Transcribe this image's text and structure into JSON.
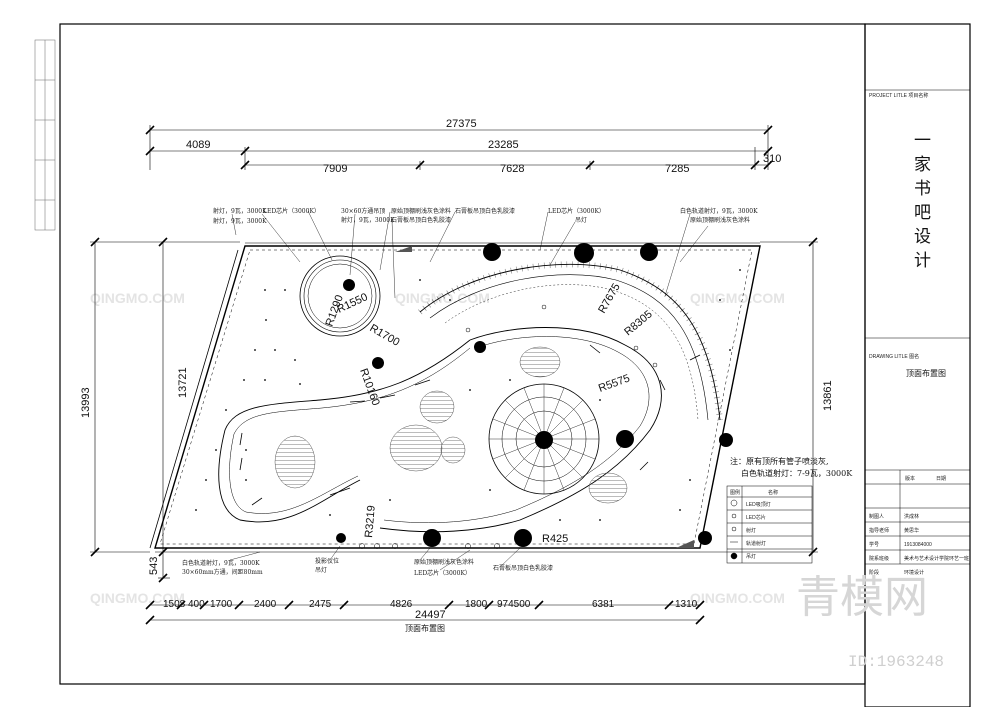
{
  "top_dims": {
    "overall": "27375",
    "left": "4089",
    "right_total": "23285",
    "seg1": "7909",
    "seg2": "7628",
    "seg3": "7285",
    "seg4": "310"
  },
  "side_dims": {
    "left_outer": "13993",
    "left_inner": "13721",
    "left_small": "543",
    "right": "13861"
  },
  "bottom_dims": {
    "total": "24497",
    "segments": [
      "1508",
      "400",
      "1700",
      "2400",
      "2475",
      "4826",
      "1800",
      "974500",
      "6381",
      "1310"
    ]
  },
  "radii": {
    "r1290": "R1290",
    "r1550": "R1550",
    "r1700": "R1700",
    "r10160": "R10160",
    "r3219": "R3219",
    "r425": "R425",
    "r5575": "R5575",
    "r8305": "R8305",
    "r7675": "R7675"
  },
  "notes": {
    "n1": "射灯，9瓦，3000K",
    "n2": "射灯，9瓦，3000K",
    "n3": "LED芯片（3000K）",
    "n4": "30×60方通吊顶",
    "n5": "射灯，9瓦，3000K",
    "n6": "原始顶棚刷浅灰色涂料",
    "n7": "石膏板吊顶白色乳胶漆",
    "n8": "石膏板吊顶白色乳胶漆",
    "n9": "LED芯片（3000K）",
    "n10": "吊灯",
    "n11": "白色轨道射灯，9瓦，3000K",
    "n12": "原始顶棚刷浅灰色涂料",
    "b1": "白色轨道射灯，9瓦，3000K",
    "b2": "30×60mm方通，间距80mm",
    "b3": "投影仪位",
    "b4": "吊灯",
    "b5": "原始顶棚刷浅灰色涂料",
    "b6": "LED芯片（3000K）",
    "b7": "石膏板吊顶白色乳胶漆",
    "main_note_1": "注：原有顶所有管子喷淡灰,",
    "main_note_2": "白色轨道射灯：7-9瓦，3000K"
  },
  "legend": {
    "col1": "图例",
    "col2": "名称",
    "rows": [
      "LED吸顶灯",
      "LED芯片",
      "射灯",
      "轨道射灯",
      "吊灯"
    ]
  },
  "drawing_caption": "顶面布置图",
  "title_block": {
    "project_label": "PROJECT LITLE 项目名称",
    "project_name": "一家书吧设计",
    "drawing_label": "DRAWING LITLE 图名",
    "drawing_name": "顶面布置图",
    "version": "版本",
    "date": "日期",
    "rows": [
      {
        "label": "制图人",
        "value": "洪成林"
      },
      {
        "label": "指导老师",
        "value": "黄思华"
      },
      {
        "label": "学号",
        "value": "1913084000"
      },
      {
        "label": "院系班级",
        "value": "美术与艺术设计学院环艺一班"
      },
      {
        "label": "阶段",
        "value": "环境设计"
      }
    ]
  },
  "watermark": {
    "brand": "QINGMO.COM",
    "big": "青模网",
    "id": "ID:1963248"
  }
}
